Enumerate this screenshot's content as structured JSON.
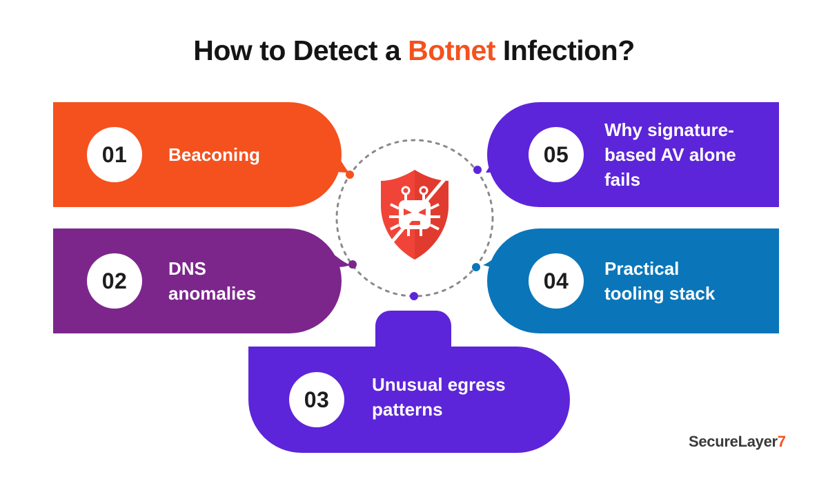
{
  "title": {
    "before": "How to Detect a ",
    "highlight": "Botnet",
    "after": " Infection?"
  },
  "steps": [
    {
      "number": "01",
      "label": "Beaconing"
    },
    {
      "number": "02",
      "label": "DNS anomalies"
    },
    {
      "number": "03",
      "label": "Unusual egress patterns"
    },
    {
      "number": "04",
      "label": "Practical tooling stack"
    },
    {
      "number": "05",
      "label": "Why signature-based AV alone fails"
    }
  ],
  "center_icon": "bot-blocked-shield-icon",
  "logo": {
    "main": "SecureLayer",
    "accent": "7"
  },
  "colors": {
    "orange": "#f4511e",
    "plum": "#7c268c",
    "violet": "#5d25d9",
    "blue": "#0a76b9",
    "shield_red": "#f04438"
  }
}
